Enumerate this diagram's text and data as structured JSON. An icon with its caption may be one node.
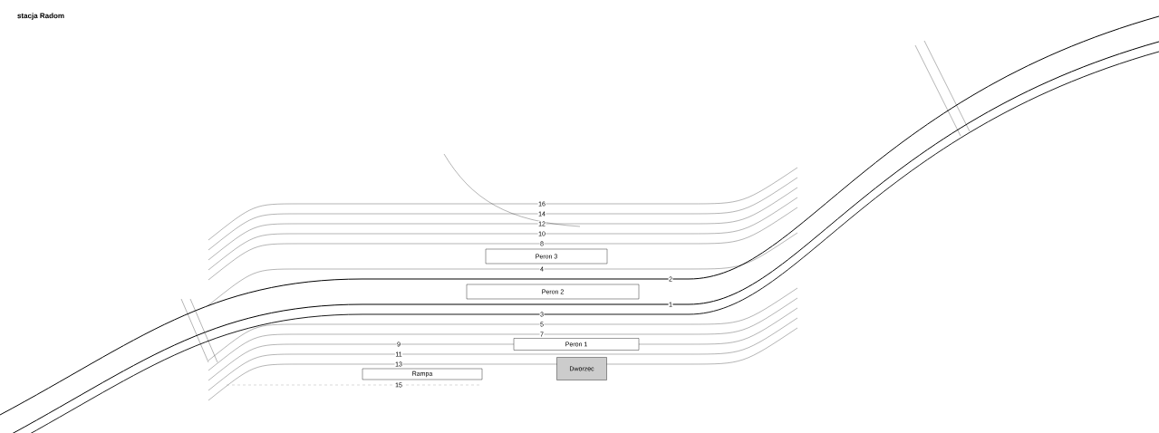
{
  "diagram": {
    "nodes": [
      {
        "text": [
          "Peron 3"
        ]
      },
      {
        "text": [
          "Peron 2"
        ]
      },
      {
        "text": [
          "Peron 1"
        ]
      },
      {
        "text": [
          "Rampa"
        ]
      },
      {
        "text": [
          "Dworzec"
        ]
      }
    ],
    "edges": [],
    "labels": [
      "stacja Radom",
      "16",
      "14",
      "12",
      "10",
      "8",
      "4",
      "2",
      "1",
      "3",
      "5",
      "7",
      "9",
      "11",
      "13",
      "15"
    ]
  }
}
